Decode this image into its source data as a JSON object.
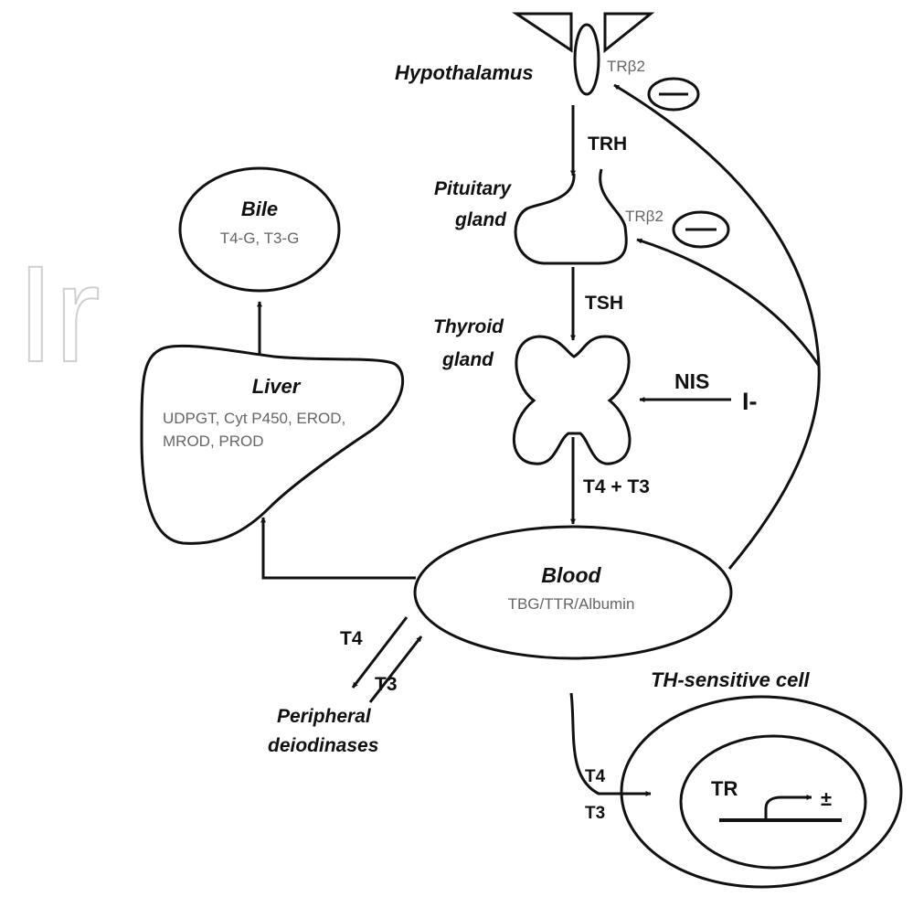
{
  "watermark": "Ir",
  "hypothalamus": {
    "label": "Hypothalamus",
    "receptor": "TRβ2",
    "feedback": "—"
  },
  "trh": "TRH",
  "pituitary": {
    "label_line1": "Pituitary",
    "label_line2": "gland",
    "receptor": "TRβ2",
    "feedback": "—"
  },
  "tsh": "TSH",
  "thyroid": {
    "label_line1": "Thyroid",
    "label_line2": "gland"
  },
  "nis": "NIS",
  "iodide": "I-",
  "t4_t3": "T4 + T3",
  "bile": {
    "title": "Bile",
    "contents": "T4-G, T3-G"
  },
  "liver": {
    "title": "Liver",
    "line1": "UDPGT, Cyt P450, EROD,",
    "line2": "MROD, PROD"
  },
  "blood": {
    "title": "Blood",
    "contents": "TBG/TTR/Albumin"
  },
  "peripheral": {
    "t4": "T4",
    "t3": "T3",
    "line1": "Peripheral",
    "line2": "deiodinases"
  },
  "cell": {
    "title": "TH-sensitive cell",
    "t4": "T4",
    "t3": "T3",
    "tr": "TR",
    "effect": "±"
  }
}
